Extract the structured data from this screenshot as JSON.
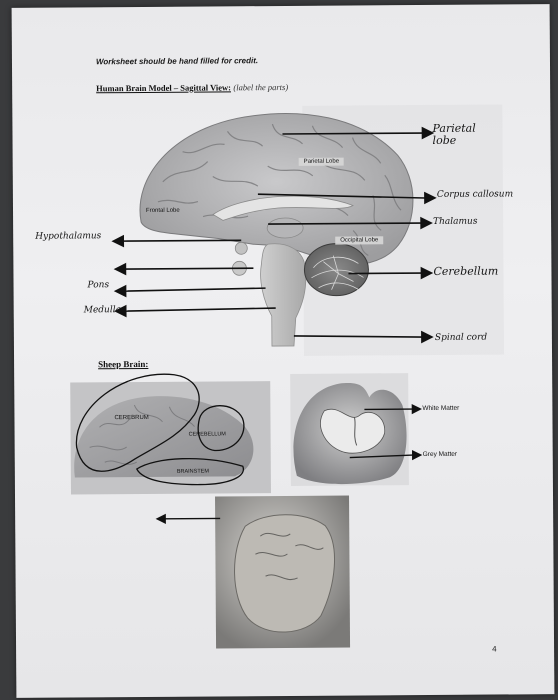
{
  "instructions": "Worksheet should be hand filled for credit.",
  "title": {
    "main": "Human Brain Model – Sagittal View:",
    "sub": "(label the parts)"
  },
  "printed_labels": {
    "parietal": "Parietal Lobe",
    "frontal": "Frontal Lobe",
    "occipital": "Occipital Lobe"
  },
  "handwritten_labels": {
    "parietal_line1": "Parietal",
    "parietal_line2": "lobe",
    "corpus": "Corpus callosum",
    "thalamus": "Thalamus",
    "cerebellum": "Cerebellum",
    "spinal": "Spinal cord",
    "hypothalamus": "Hypothalamus",
    "pons": "Pons",
    "medulla": "Medulla"
  },
  "sheep_section": {
    "title": "Sheep Brain:",
    "cerebrum": "CEREBRUM",
    "cerebellum": "CEREBELLUM",
    "brainstem": "BRAINSTEM",
    "white_matter": "White Matter",
    "grey_matter": "Grey Matter"
  },
  "page_number": "4"
}
